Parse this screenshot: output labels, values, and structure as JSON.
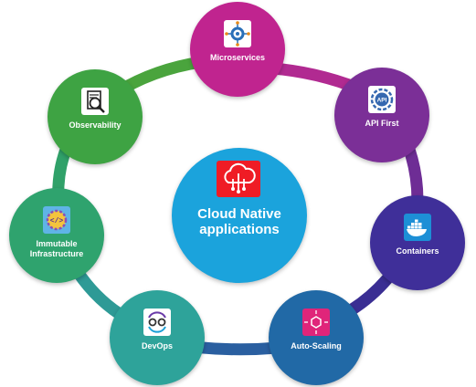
{
  "center": {
    "title": "Cloud Native",
    "subtitle": "applications",
    "color": "#1ba3dc",
    "icon": "cloud-network-icon"
  },
  "nodes": [
    {
      "label": "Microservices",
      "color": "#c0248f",
      "icon": "gear-network-icon"
    },
    {
      "label": "API First",
      "color": "#7b2f97",
      "icon": "api-icon"
    },
    {
      "label": "Containers",
      "color": "#3f2f99",
      "icon": "docker-whale-icon"
    },
    {
      "label": "Auto-Scaling",
      "color": "#2169a6",
      "icon": "scaling-cube-icon"
    },
    {
      "label": "DevOps",
      "color": "#2ea39a",
      "icon": "devops-cycle-icon"
    },
    {
      "label": "Immutable\nInfrastructure",
      "color": "#2fa36e",
      "icon": "code-gear-icon"
    },
    {
      "label": "Observability",
      "color": "#3ea343",
      "icon": "magnifier-document-icon"
    }
  ],
  "ring_colors": [
    "#b12a91",
    "#6e2d95",
    "#3a2e93",
    "#2a5fa0",
    "#2e9a96",
    "#30a169",
    "#4aa43d"
  ]
}
